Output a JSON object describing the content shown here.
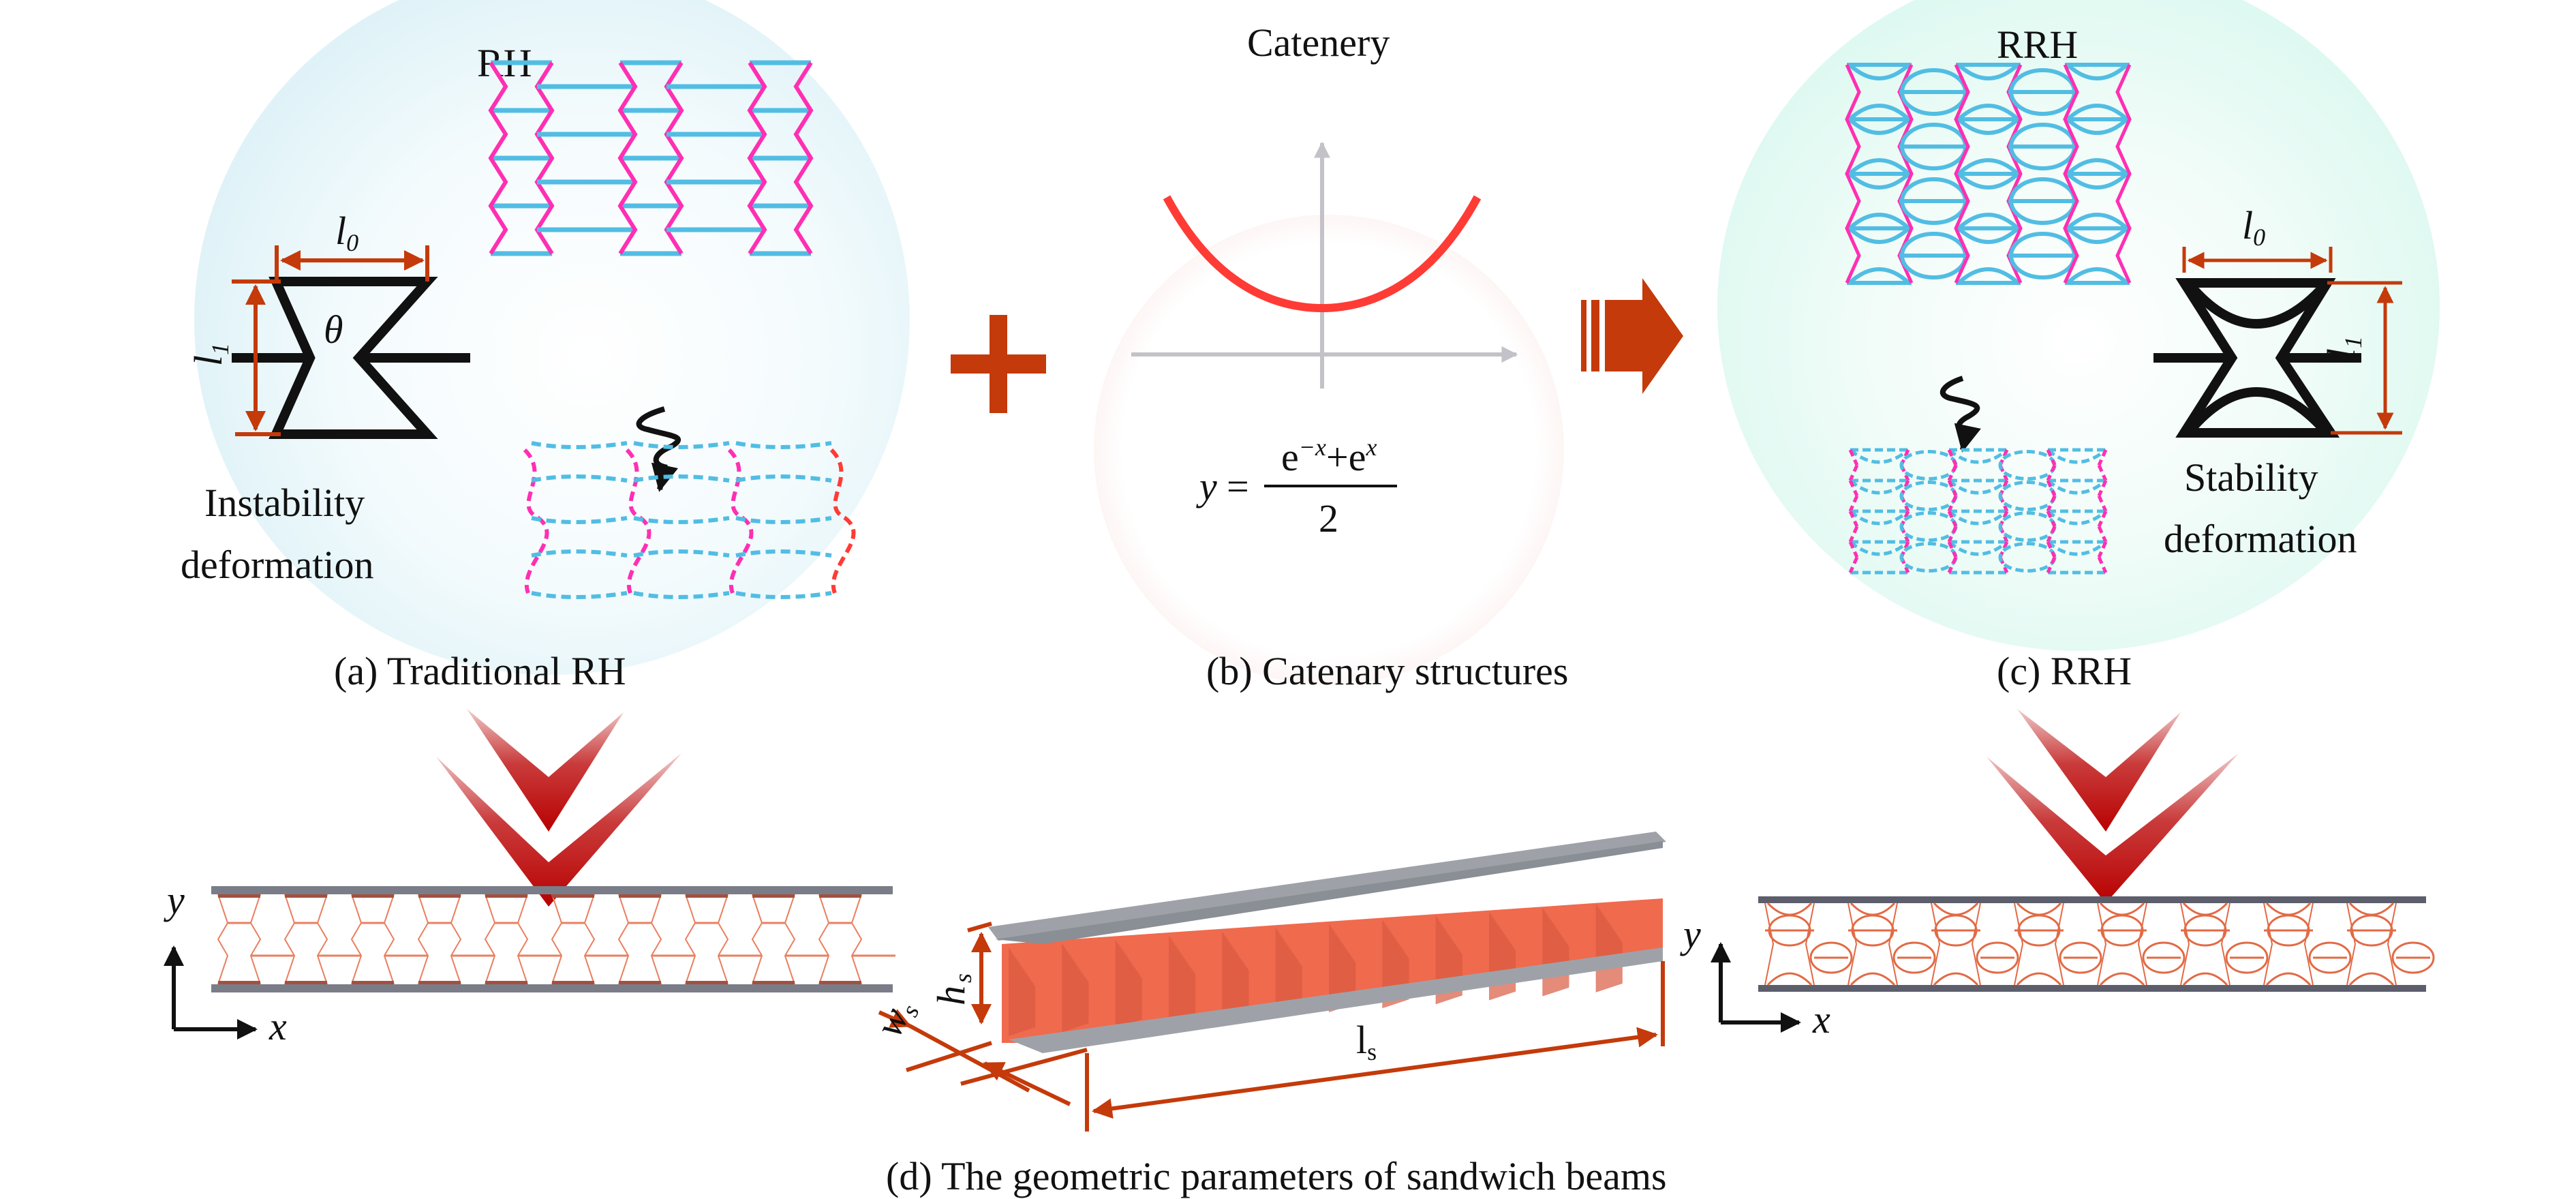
{
  "colors": {
    "pink": "#ff2fb3",
    "blue": "#52bde3",
    "black": "#111111",
    "dim_orange": "#c43a0a",
    "catenary_red": "#ff3b35",
    "axis_gray": "#c2c2c8",
    "beam_orange": "#f06a4e",
    "plate_gray": "#9ea2a8",
    "arrow_red": "#b80000",
    "bubble_cyan": "#dff3f7",
    "bubble_mint": "#def9f1",
    "bubble_pink": "#fdf3f2"
  },
  "panel_a": {
    "title": "RH",
    "dim_l0": "l",
    "dim_l0_sub": "0",
    "dim_l1": "l",
    "dim_l1_sub": "1",
    "angle": "θ",
    "note_line1": "Instability",
    "note_line2": "deformation",
    "caption": "(a) Traditional RH"
  },
  "panel_b": {
    "title": "Catenery",
    "eq_lhs": "y",
    "eq_equals": "=",
    "eq_num_1": "e",
    "eq_num_1_sup": "−x",
    "eq_num_plus": "+e",
    "eq_num_2_sup": "x",
    "eq_den": "2",
    "caption": "(b) Catenary structures"
  },
  "panel_c": {
    "title": "RRH",
    "dim_l0": "l",
    "dim_l0_sub": "0",
    "dim_l1": "l",
    "dim_l1_sub": "1",
    "note_line1": "Stability",
    "note_line2": "deformation",
    "caption": "(c) RRH"
  },
  "operators": {
    "plus": "+",
    "arrow": "right-arrow"
  },
  "panel_d": {
    "axis_x": "x",
    "axis_y": "y",
    "dim_h": "h",
    "dim_h_sub": "s",
    "dim_w": "w",
    "dim_w_sub": "s",
    "dim_l": "l",
    "dim_l_sub": "s",
    "caption": "(d) The geometric parameters of sandwich beams"
  }
}
